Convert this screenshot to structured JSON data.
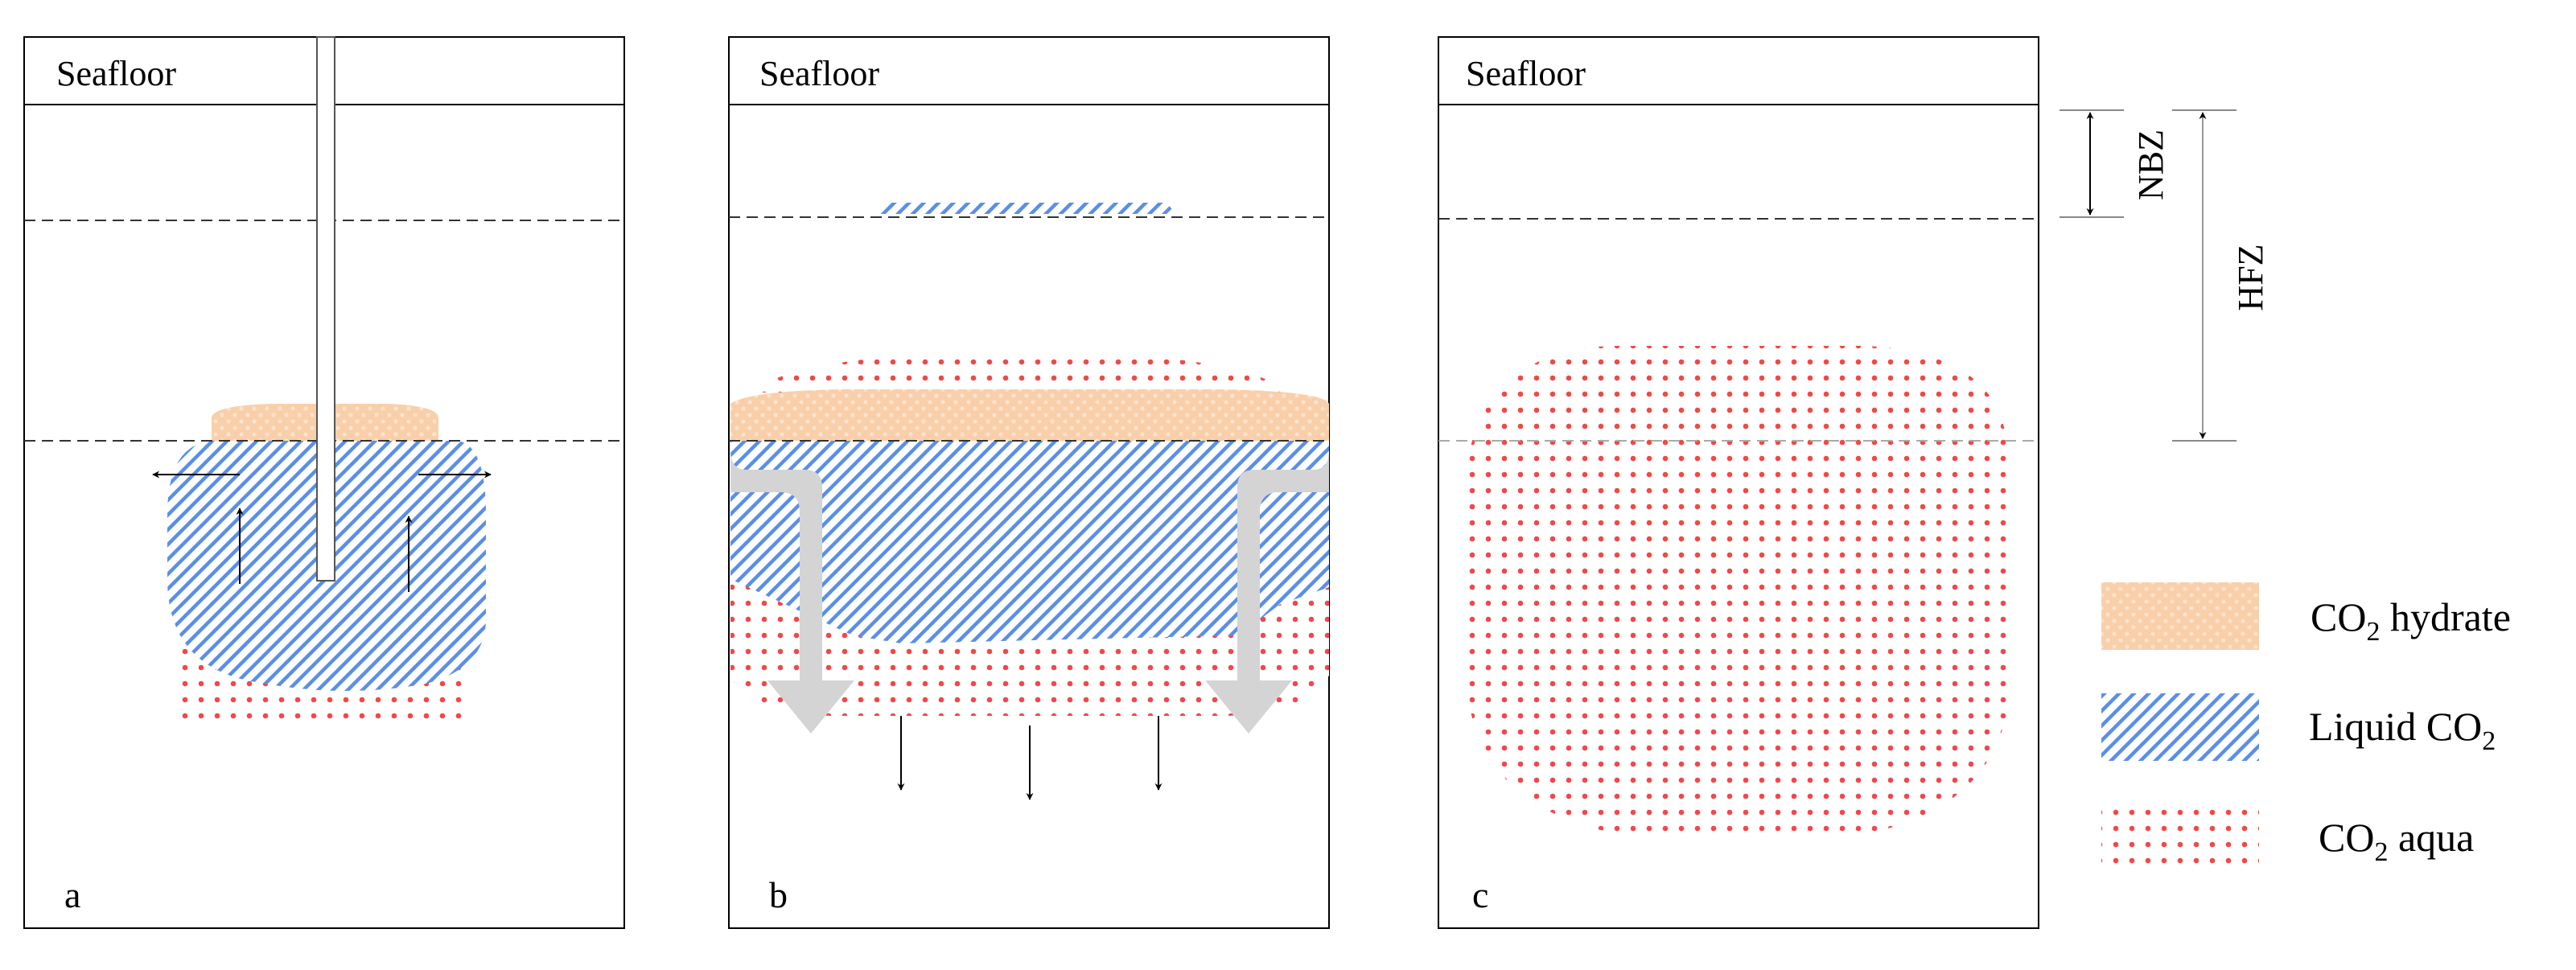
{
  "panels": [
    {
      "id": "a",
      "seafloor_label": "Seafloor",
      "letter": "a"
    },
    {
      "id": "b",
      "seafloor_label": "Seafloor",
      "letter": "b"
    },
    {
      "id": "c",
      "seafloor_label": "Seafloor",
      "letter": "c"
    }
  ],
  "zones": {
    "nbz_label": "NBZ",
    "hfz_label": "HFZ"
  },
  "legend": {
    "hydrate": {
      "prefix": "CO",
      "sub": "2",
      "suffix": " hydrate"
    },
    "liquid": {
      "prefix": "Liquid CO",
      "sub": "2",
      "suffix": ""
    },
    "aqua": {
      "prefix": "CO",
      "sub": "2",
      "suffix": " aqua"
    }
  },
  "colors": {
    "hydrate": "#f9cfaa",
    "liquid_stripe": "#5b8fe6",
    "aqua_dot": "#f0484a",
    "arrow_gray": "#d4d4d4",
    "frame": "#000000"
  }
}
